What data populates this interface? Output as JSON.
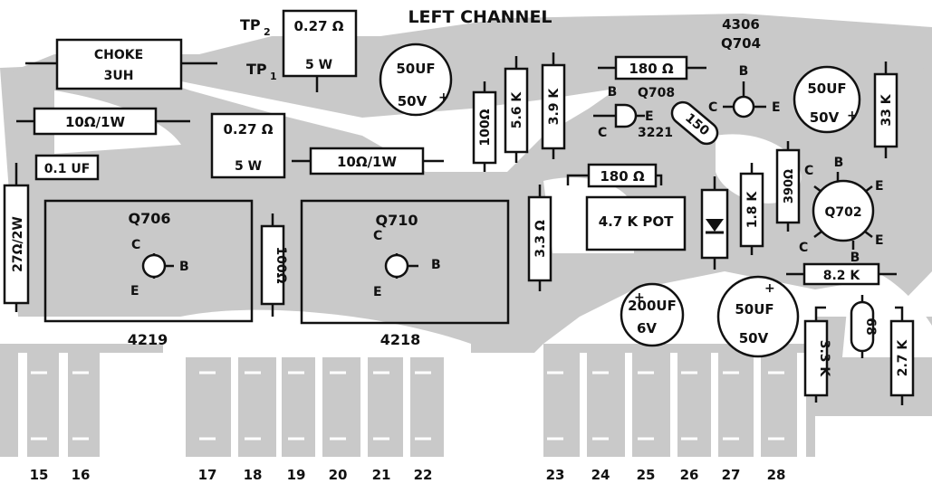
{
  "title": "LEFT CHANNEL",
  "components": {
    "choke": [
      "CHOKE",
      "3UH"
    ],
    "r_10_1w_a": "10Ω/1W",
    "cap_01uf": "0.1 UF",
    "tp2_label": "TP",
    "tp2_sub": "2",
    "tp1_label": "TP",
    "tp1_sub": "1",
    "r_027_top": [
      "0.27 Ω",
      "5 W"
    ],
    "r_027_mid": [
      "0.27 Ω",
      "5 W"
    ],
    "r_10_1w_b": "10Ω/1W",
    "cap_50uf_left": [
      "50UF",
      "50V"
    ],
    "r_100_a": "100Ω",
    "r_56k": "5.6 K",
    "r_39k": "3.9 K",
    "r_180_top": "180 Ω",
    "q708": "Q708",
    "q708_num": "3221",
    "r_150": "150",
    "q704": [
      "4306",
      "Q704"
    ],
    "cap_50uf_right": [
      "50UF",
      "50V"
    ],
    "r_33k_top": "33 K",
    "r_180_mid": "180 Ω",
    "pot": "4.7 K POT",
    "r_33": "3.3 Ω",
    "r_18k": "1.8 K",
    "r_390": "390Ω",
    "q702": "Q702",
    "r_82k": "8.2 K",
    "q706": "Q706",
    "q706_num": "4219",
    "q710": "Q710",
    "q710_num": "4218",
    "r_27_2w": "27Ω/2W",
    "r_100_b": "100Ω",
    "cap_200uf": [
      "200UF",
      "6V"
    ],
    "cap_50uf_bottom": [
      "50UF",
      "50V"
    ],
    "r_68": "68",
    "r_33k_bottom": "3.3 K",
    "r_27k": "2.7 K"
  },
  "pin_letters": {
    "b": "B",
    "c": "C",
    "e": "E",
    "plus": "+"
  },
  "terminals": [
    "15",
    "16",
    "17",
    "18",
    "19",
    "20",
    "21",
    "22",
    "23",
    "24",
    "25",
    "26",
    "27",
    "28"
  ]
}
